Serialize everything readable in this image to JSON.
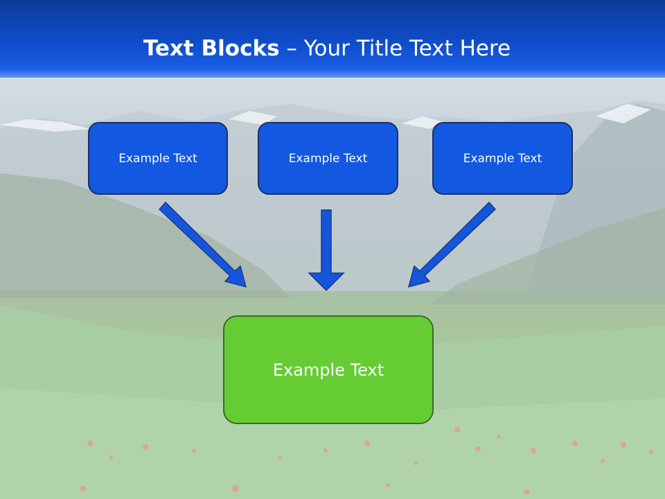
{
  "slide": {
    "title_bold": "Text Blocks",
    "title_rest": " – Your Title Text Here"
  },
  "blocks": [
    {
      "label": "Example Text"
    },
    {
      "label": "Example Text"
    },
    {
      "label": "Example Text"
    }
  ],
  "result": {
    "label": "Example Text"
  },
  "colors": {
    "banner": "#0f4cc9",
    "block_fill": "#1358e0",
    "result_fill": "#66cc33",
    "arrow_fill": "#1555db"
  }
}
